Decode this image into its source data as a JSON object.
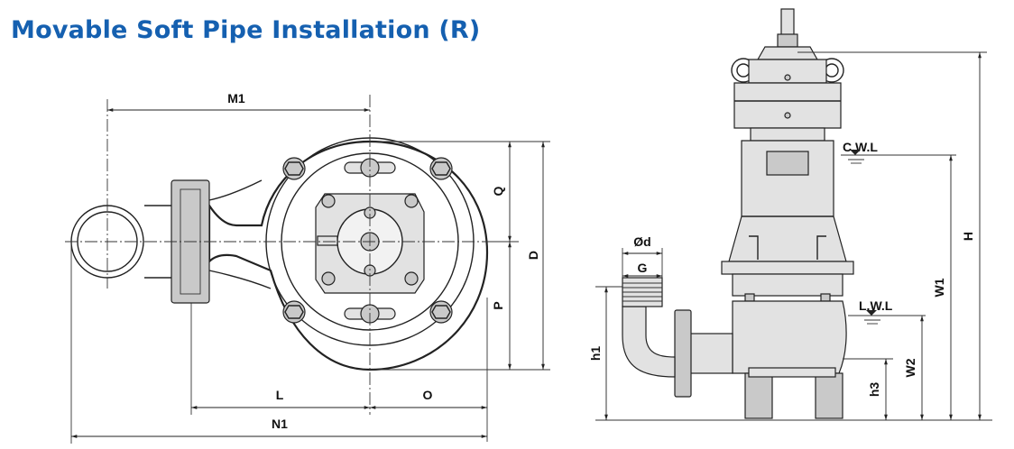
{
  "title": "Movable Soft Pipe Installation (R)",
  "labels": {
    "m1": "M1",
    "q": "Q",
    "d": "D",
    "p": "P",
    "l": "L",
    "o": "O",
    "n1": "N1",
    "phid": "Ød",
    "g": "G",
    "h1": "h1",
    "h3": "h3",
    "w2": "W2",
    "w1": "W1",
    "h": "H",
    "cwl": "C.W.L",
    "lwl": "L.W.L"
  },
  "colors": {
    "title": "#1560b0",
    "line": "#222222",
    "fill": "#c9c9c9"
  }
}
